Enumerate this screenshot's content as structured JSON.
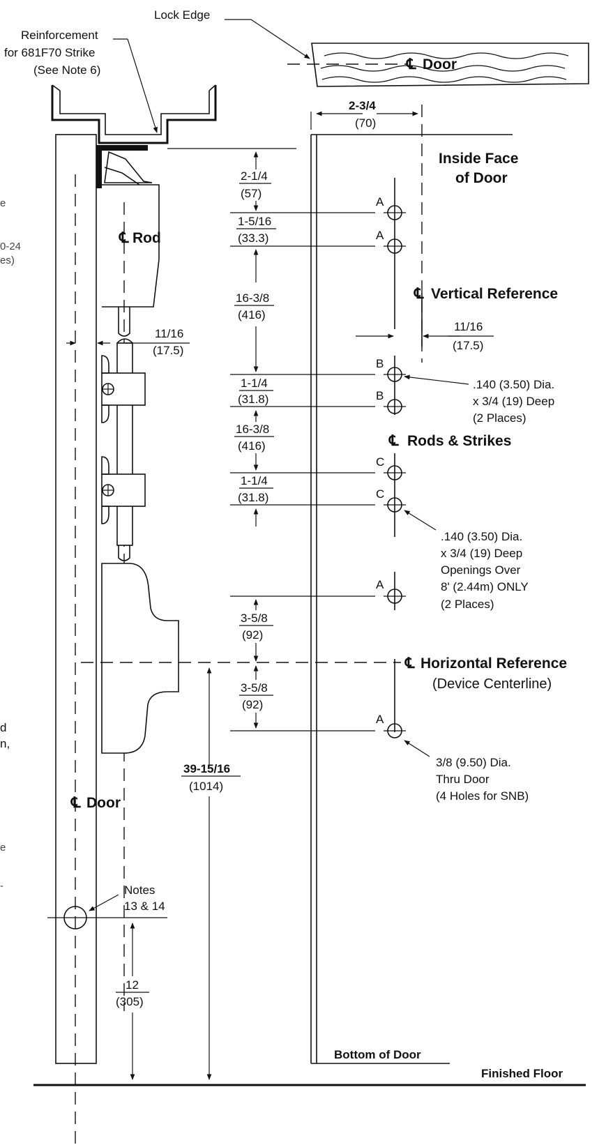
{
  "labels": {
    "lock_edge": "Lock Edge",
    "reinforcement_1": "Reinforcement",
    "reinforcement_2": "for 681F70 Strike",
    "reinforcement_3": "(See Note 6)",
    "cl_door_top": "Door",
    "dim_2_3_4": "2-3/4",
    "dim_70": "(70)",
    "inside_face_1": "Inside Face",
    "inside_face_2": "of Door",
    "cl_rod": "Rod",
    "dim_2_1_4": "2-1/4",
    "dim_57": "(57)",
    "dim_1_5_16": "1-5/16",
    "dim_33_3": "(33.3)",
    "cl_vertical_ref": "Vertical Reference",
    "dim_16_3_8_a": "16-3/8",
    "dim_416_a": "(416)",
    "dim_11_16_right": "11/16",
    "dim_17_5_right": "(17.5)",
    "dim_11_16_left": "11/16",
    "dim_17_5_left": "(17.5)",
    "dim_1_1_4_a": "1-1/4",
    "dim_31_8_a": "(31.8)",
    "note_b_1": ".140 (3.50) Dia.",
    "note_b_2": "x 3/4 (19) Deep",
    "note_b_3": "(2 Places)",
    "dim_16_3_8_b": "16-3/8",
    "dim_416_b": "(416)",
    "cl_rods_strikes": "Rods & Strikes",
    "dim_1_1_4_b": "1-1/4",
    "dim_31_8_b": "(31.8)",
    "note_c_1": ".140 (3.50) Dia.",
    "note_c_2": "x 3/4 (19) Deep",
    "note_c_3": "Openings Over",
    "note_c_4": "8' (2.44m) ONLY",
    "note_c_5": "(2 Places)",
    "dim_3_5_8_a": "3-5/8",
    "dim_92_a": "(92)",
    "cl_horizontal_ref": "Horizontal Reference",
    "device_centerline": "(Device Centerline)",
    "dim_3_5_8_b": "3-5/8",
    "dim_92_b": "(92)",
    "note_a_1": "3/8 (9.50) Dia.",
    "note_a_2": "Thru Door",
    "note_a_3": "(4 Holes for SNB)",
    "dim_39_15_16": "39-15/16",
    "dim_1014": "(1014)",
    "cl_door_bottom": "Door",
    "notes_1": "Notes",
    "notes_2": "13 & 14",
    "dim_12": "12",
    "dim_305": "(305)",
    "bottom_of_door": "Bottom of Door",
    "finished_floor": "Finished Floor",
    "hole_a1": "A",
    "hole_a2": "A",
    "hole_b1": "B",
    "hole_b2": "B",
    "hole_c1": "C",
    "hole_c2": "C",
    "hole_a3": "A",
    "hole_a4": "A",
    "cut_1": "e",
    "cut_2": "0-24",
    "cut_3": "es)",
    "cut_4": "d",
    "cut_5": "n,",
    "cut_6": "e",
    "cut_7": "-"
  }
}
